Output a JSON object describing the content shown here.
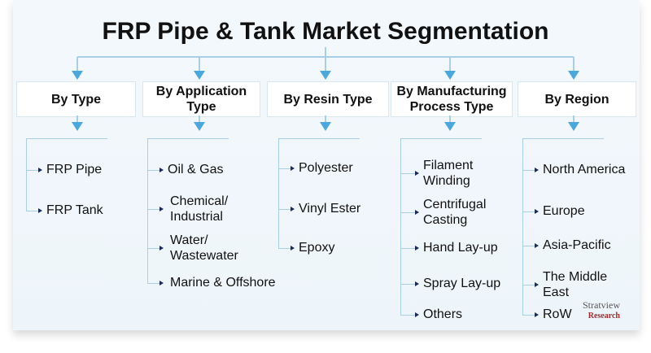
{
  "title": "FRP Pipe & Tank Market Segmentation",
  "categories": [
    {
      "label": "By Type",
      "items": [
        "FRP Pipe",
        "FRP Tank"
      ]
    },
    {
      "label": "By Application Type",
      "items": [
        "Oil & Gas",
        "Chemical/ Industrial",
        "Water/ Wastewater",
        "Marine & Offshore"
      ]
    },
    {
      "label": "By Resin Type",
      "items": [
        "Polyester",
        "Vinyl Ester",
        "Epoxy"
      ]
    },
    {
      "label": "By Manufacturing Process Type",
      "items": [
        "Filament Winding",
        "Centrifugal Casting",
        "Hand Lay-up",
        "Spray Lay-up",
        "Others"
      ]
    },
    {
      "label": "By Region",
      "items": [
        "North America",
        "Europe",
        "Asia-Pacific",
        "The Middle East",
        "RoW"
      ]
    }
  ],
  "logo": {
    "name": "Stratview",
    "sub": "Research"
  }
}
